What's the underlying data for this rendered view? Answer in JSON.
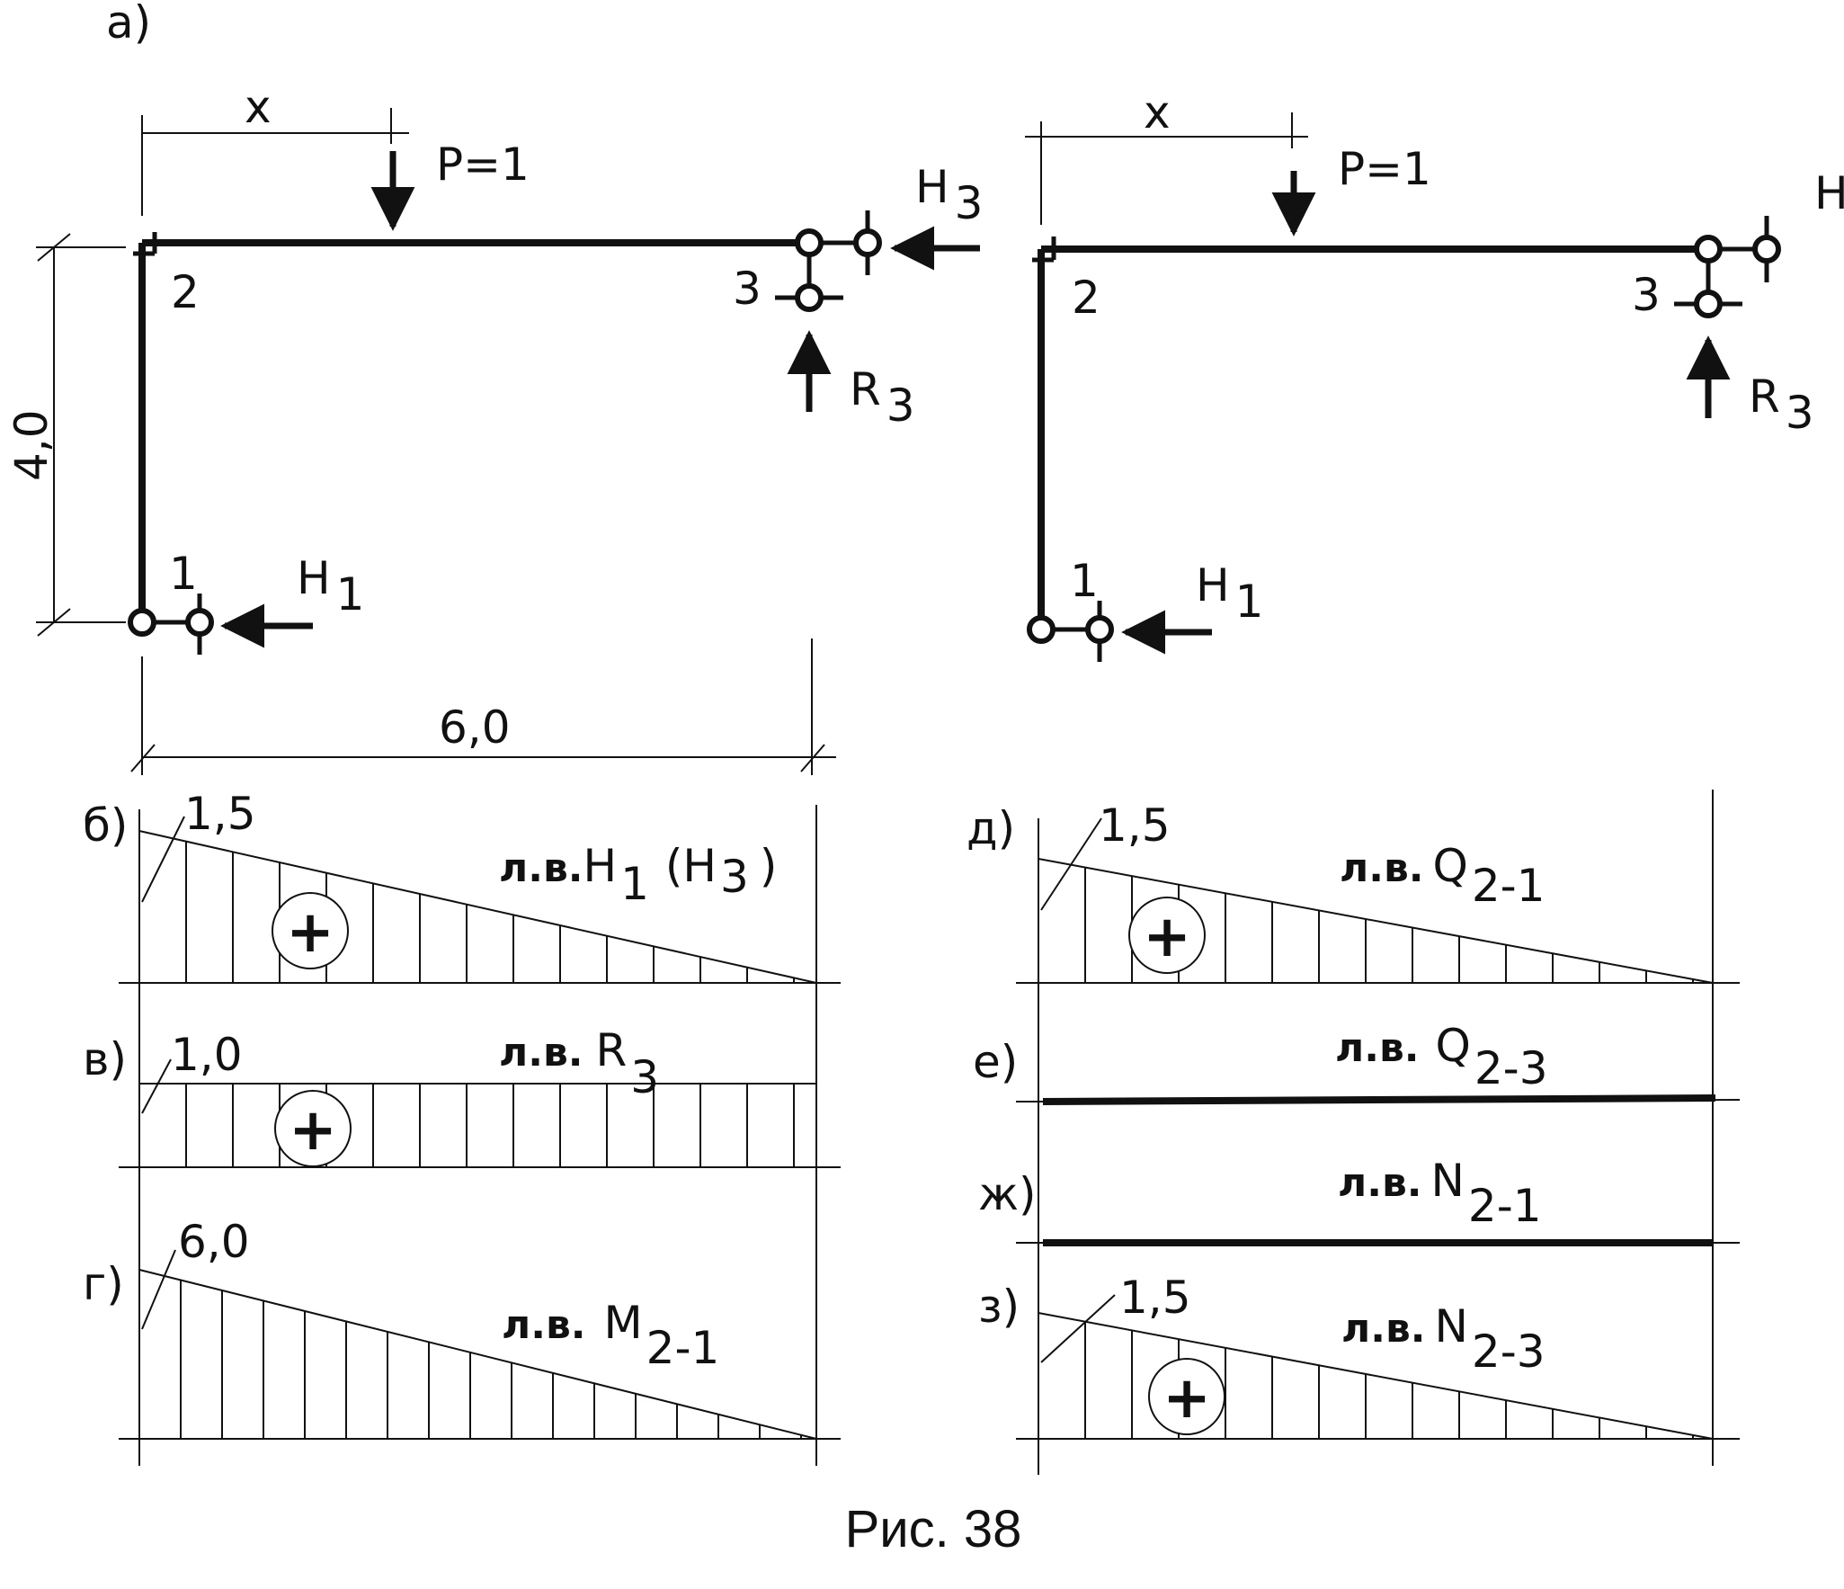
{
  "figure": {
    "caption": "Рис. 38",
    "part_a_label": "а)"
  },
  "frame": {
    "x_label": "x",
    "load_label": "P=1",
    "node_1": "1",
    "node_2": "2",
    "node_3": "3",
    "H1_main": "H",
    "H1_sub": "1",
    "H3_main": "H",
    "H3_sub": "3",
    "R3_main": "R",
    "R3_sub": "3",
    "height_dim": "4,0",
    "span_dim": "6,0"
  },
  "influence_lines": [
    {
      "id": "b",
      "letter": "б)",
      "lv": "л.в.",
      "quantity": "H",
      "sub": "1",
      "extra": "(H",
      "extra_sub": "3",
      "extra_close": ")",
      "value_label": "1,5",
      "sign": "+"
    },
    {
      "id": "v",
      "letter": "в)",
      "lv": "л.в.",
      "quantity": "R",
      "sub": "3",
      "value_label": "1,0",
      "sign": "+"
    },
    {
      "id": "g",
      "letter": "г)",
      "lv": "л.в.",
      "quantity": "M",
      "sub": "2-1",
      "value_label": "6,0"
    },
    {
      "id": "d",
      "letter": "д)",
      "lv": "л.в.",
      "quantity": "Q",
      "sub": "2-1",
      "value_label": "1,5",
      "sign": "+"
    },
    {
      "id": "e",
      "letter": "е)",
      "lv": "л.в.",
      "quantity": "Q",
      "sub": "2-3"
    },
    {
      "id": "zh",
      "letter": "ж)",
      "lv": "л.в.",
      "quantity": "N",
      "sub": "2-1"
    },
    {
      "id": "z",
      "letter": "з)",
      "lv": "л.в.",
      "quantity": "N",
      "sub": "2-3",
      "value_label": "1,5",
      "sign": "+"
    }
  ]
}
